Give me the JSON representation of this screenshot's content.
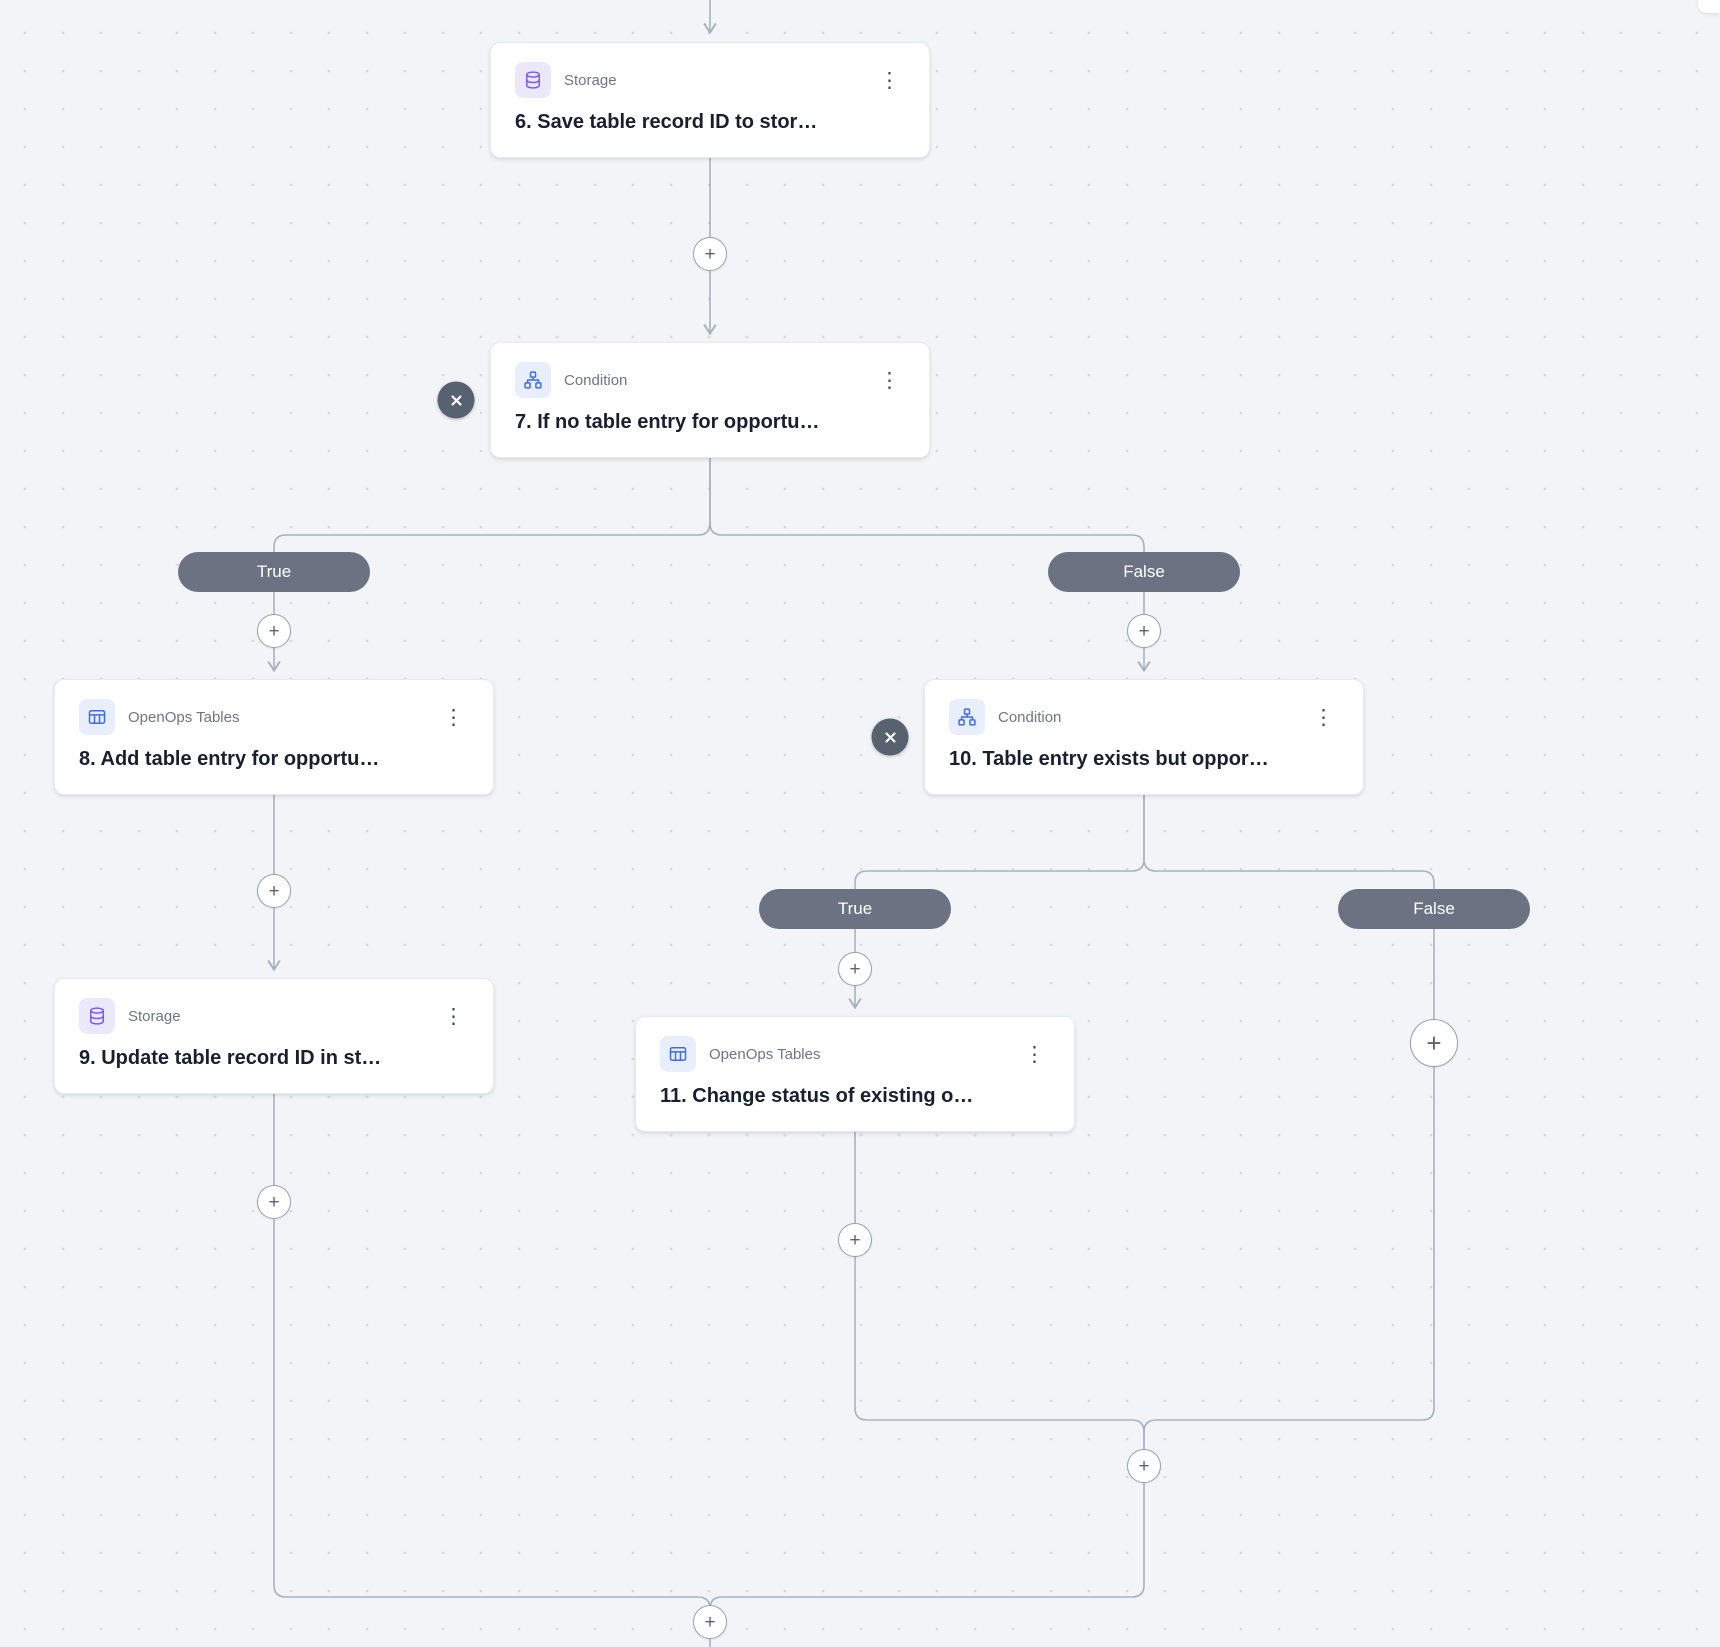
{
  "colors": {
    "canvas_bg": "#f2f4f7",
    "dot": "#d6dbe1",
    "edge": "#a6b2c0",
    "node_bg": "#ffffff",
    "node_border": "#e7eaef",
    "pill_bg": "#6b7383",
    "pill_text": "#ffffff",
    "storage_accent": "#7b5bf0",
    "storage_icon_bg": "#ece8fc",
    "condition_accent": "#3e6ce8",
    "condition_icon_bg": "#e8eefc",
    "tables_accent": "#3e6ce8",
    "tables_icon_bg": "#e8eefc",
    "badge_bg": "#57616f",
    "title_text": "#18202f",
    "type_text": "#6e7683"
  },
  "nodes": {
    "n6": {
      "type_label": "Storage",
      "title": "6. Save table record ID to stor…",
      "icon": "database-icon"
    },
    "n7": {
      "type_label": "Condition",
      "title": "7. If no table entry for opportu…",
      "icon": "branch-icon"
    },
    "n8": {
      "type_label": "OpenOps Tables",
      "title": "8. Add table entry for opportu…",
      "icon": "table-icon"
    },
    "n9": {
      "type_label": "Storage",
      "title": "9. Update table record ID in st…",
      "icon": "database-icon"
    },
    "n10": {
      "type_label": "Condition",
      "title": "10. Table entry exists but oppor…",
      "icon": "branch-icon"
    },
    "n11": {
      "type_label": "OpenOps Tables",
      "title": "11. Change status of existing o…",
      "icon": "table-icon"
    }
  },
  "branches": {
    "b7_true": "True",
    "b7_false": "False",
    "b10_true": "True",
    "b10_false": "False"
  },
  "controls": {
    "kebab": "⋮",
    "plus": "+"
  }
}
